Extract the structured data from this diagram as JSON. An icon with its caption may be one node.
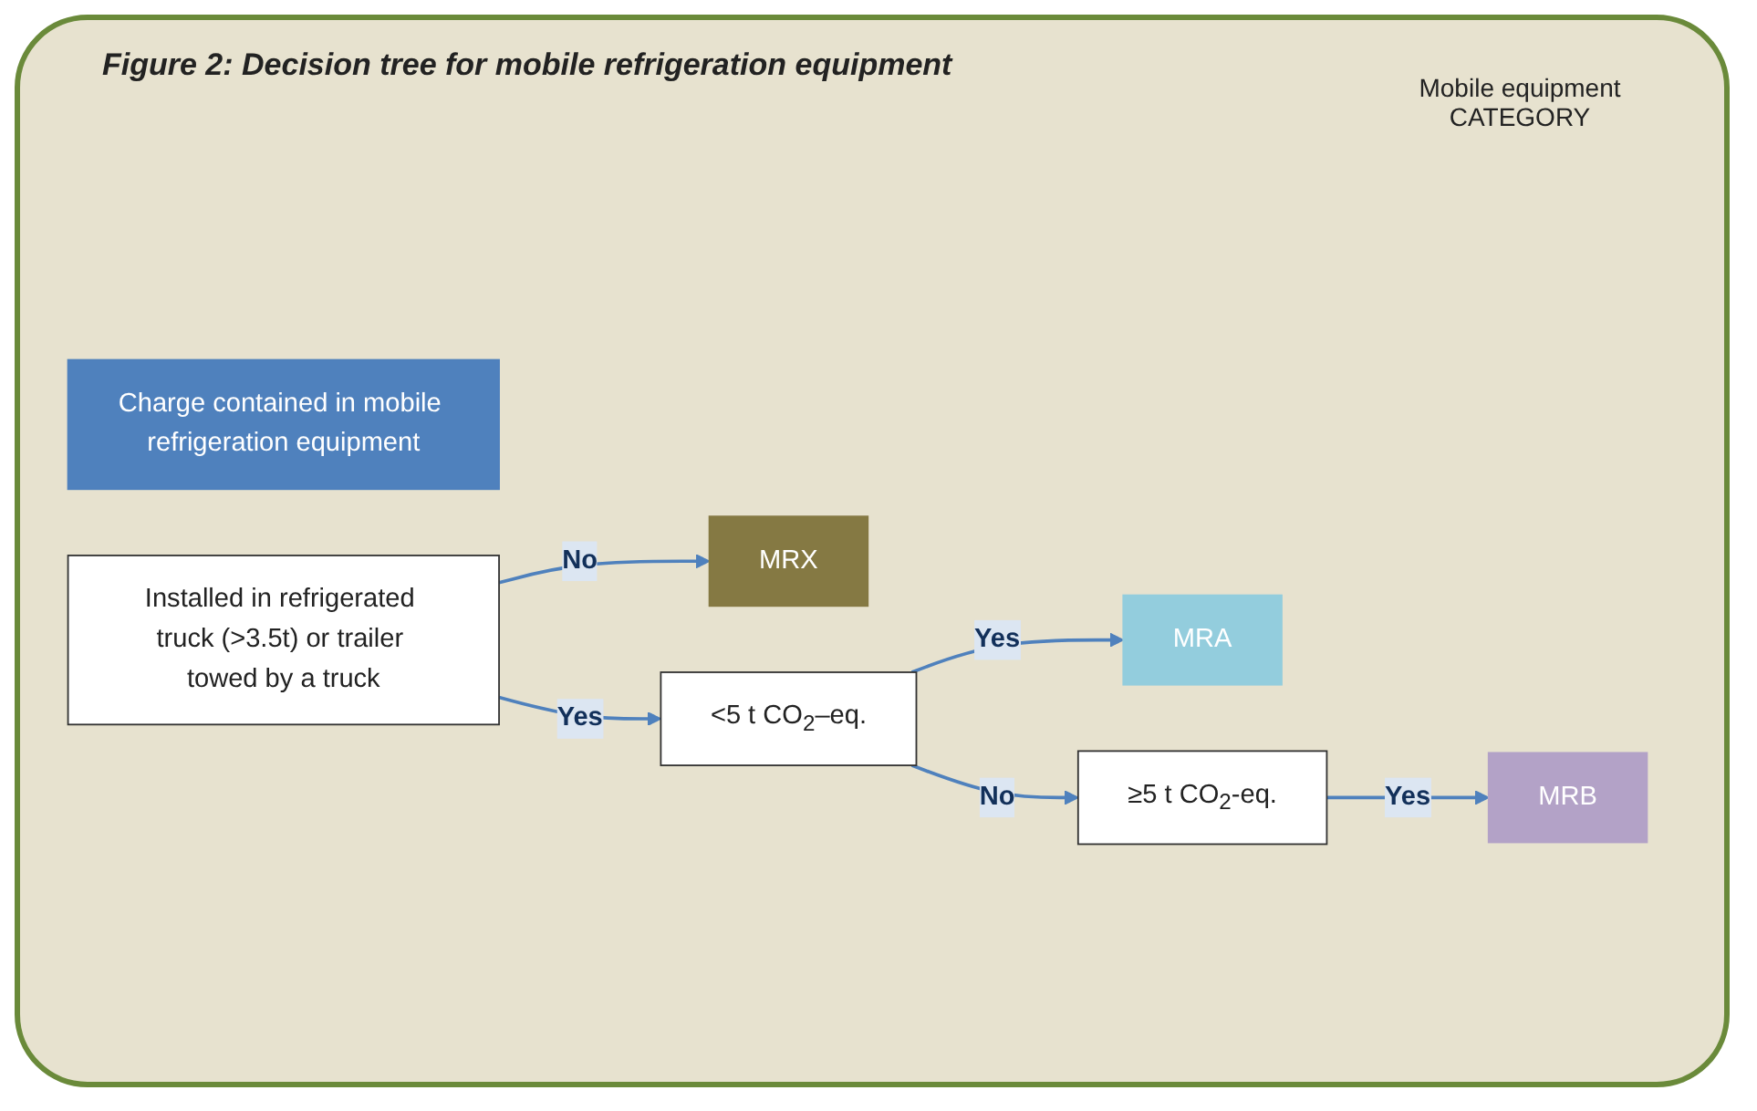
{
  "diagram": {
    "title": "Figure 2: Decision tree for mobile refrigeration equipment",
    "nodes": [
      {
        "text": [
          "Charge contained in mobile refrigeration equipment"
        ]
      },
      {
        "text": [
          "Installed in refrigerated truck (>3.5t) or trailer towed by a truck"
        ]
      },
      {
        "text": [
          "MRX"
        ]
      },
      {
        "text": [
          "<5 t CO$_{2}$–eq."
        ]
      },
      {
        "text": [
          "MRA"
        ]
      },
      {
        "text": [
          "≥5 t CO$_{2}$-eq."
        ]
      },
      {
        "text": [
          "MRB"
        ]
      }
    ],
    "edges": [
      {
        "from": 1,
        "to": 2,
        "arrow": "to",
        "label": "No"
      },
      {
        "from": 1,
        "to": 3,
        "arrow": "to",
        "label": "Yes"
      },
      {
        "from": 3,
        "to": 4,
        "arrow": "to",
        "label": "Yes"
      },
      {
        "from": 3,
        "to": 5,
        "arrow": "to",
        "label": "No"
      },
      {
        "from": 5,
        "to": 6,
        "arrow": "to",
        "label": "Yes"
      }
    ],
    "labels": [
      "Mobile equipment CATEGORY"
    ]
  }
}
